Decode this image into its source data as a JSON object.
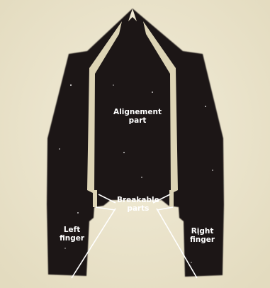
{
  "labels": {
    "alignment": [
      "Alignement",
      "part"
    ],
    "breakable": [
      "Breakable",
      "parts"
    ],
    "left_finger": [
      "Left",
      "finger"
    ],
    "right_finger": [
      "Right",
      "finger"
    ]
  },
  "colors": {
    "background": "#ece6cf",
    "part": "#1d1514",
    "slot": "#ddd4b5",
    "label": "#ffffff",
    "leader_line": "#ffffff"
  }
}
